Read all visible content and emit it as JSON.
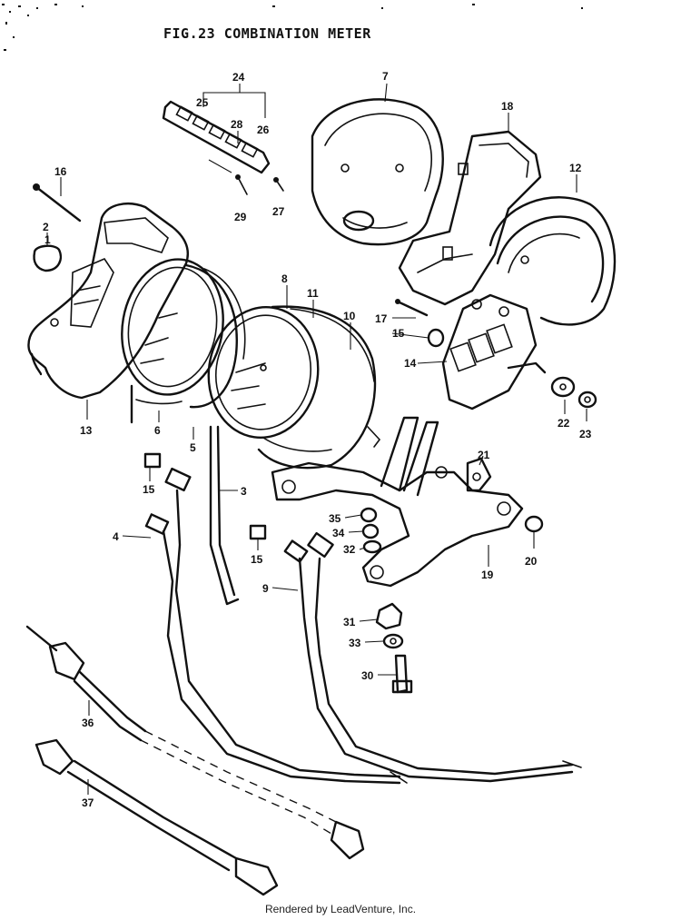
{
  "figure": {
    "title": "FIG.23  COMBINATION METER"
  },
  "footer": {
    "credit": "Rendered by LeadVenture, Inc."
  },
  "callouts": {
    "n1": "1",
    "n2": "2",
    "n3": "3",
    "n4": "4",
    "n5": "5",
    "n6": "6",
    "n7": "7",
    "n8": "8",
    "n9": "9",
    "n10": "10",
    "n11": "11",
    "n12": "12",
    "n13": "13",
    "n14": "14",
    "n15a": "15",
    "n15b": "15",
    "n15c": "15",
    "n16": "16",
    "n17": "17",
    "n18": "18",
    "n19": "19",
    "n20": "20",
    "n21": "21",
    "n22": "22",
    "n23": "23",
    "n24": "24",
    "n25": "25",
    "n26": "26",
    "n27": "27",
    "n28": "28",
    "n29": "29",
    "n30": "30",
    "n31": "31",
    "n32": "32",
    "n33": "33",
    "n34": "34",
    "n35": "35",
    "n36": "36",
    "n37": "37"
  }
}
